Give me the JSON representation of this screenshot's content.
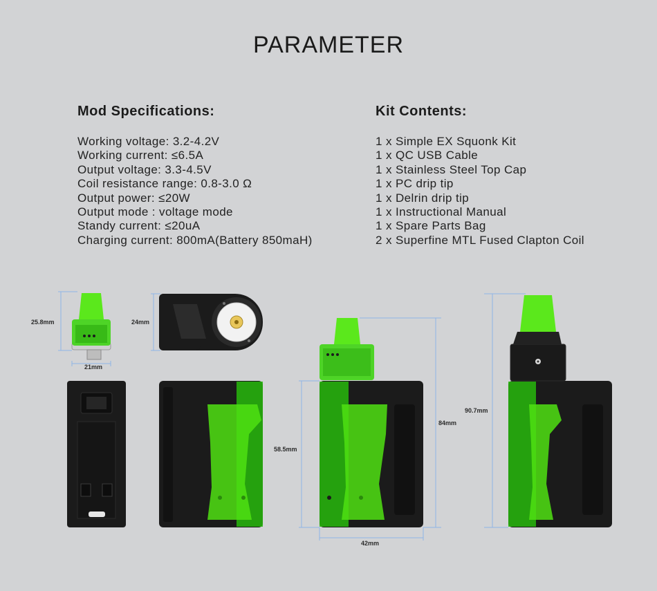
{
  "title": "PARAMETER",
  "mod_specifications": {
    "heading": "Mod Specifications:",
    "items": [
      "Working voltage: 3.2-4.2V",
      "Working current: ≤6.5A",
      "Output voltage: 3.3-4.5V",
      "Coil resistance range: 0.8-3.0 Ω",
      "Output power: ≤20W",
      "Output mode : voltage mode",
      "Standy current: ≤20uA",
      "Charging current: 800mA(Battery 850maH)"
    ]
  },
  "kit_contents": {
    "heading": "Kit Contents:",
    "items": [
      "1 x Simple EX Squonk Kit",
      "1 x QC USB Cable",
      "1 x Stainless Steel Top Cap",
      "1 x PC drip tip",
      "1 x Delrin drip tip",
      "1 x Instructional Manual",
      "1 x Spare Parts Bag",
      "2 x Superfine MTL Fused Clapton Coil"
    ]
  },
  "dimensions": {
    "atomizer_height": "25.8mm",
    "atomizer_diameter": "21mm",
    "mod_thickness": "24mm",
    "mod_height": "58.5mm",
    "kit_height": "84mm",
    "mod_width": "42mm",
    "kit_height_cap": "90.7mm"
  },
  "colors": {
    "background": "#d2d3d5",
    "body_black": "#1b1b1b",
    "accent_green": "#4fe012",
    "dimension_line": "#8fb4e6"
  }
}
